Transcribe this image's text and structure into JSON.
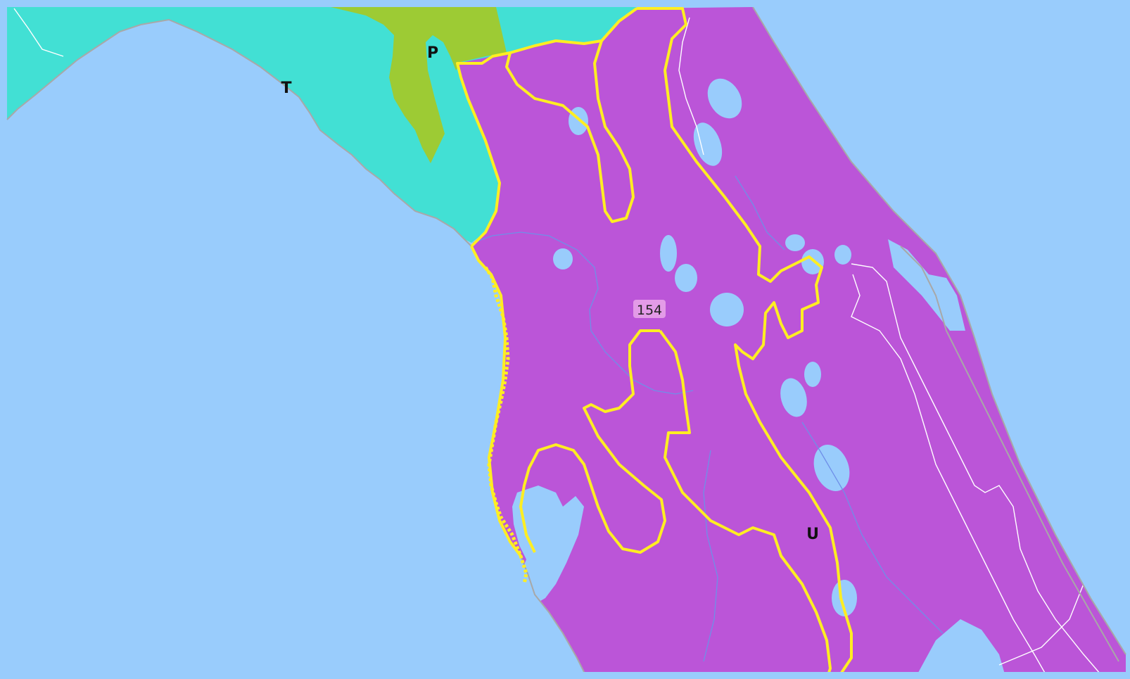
{
  "map": {
    "colors": {
      "water": "#99ccfc",
      "zone_t": "#42e0d4",
      "zone_p": "#9dcb34",
      "zone_u": "#bb55d8",
      "boundary": "#ffee22",
      "county_line": "#ffffff",
      "river": "#6f8fe8",
      "coast": "#a8a8a8"
    },
    "zone_labels": {
      "t": "T",
      "p": "P",
      "u": "U"
    },
    "area_number": "154"
  }
}
